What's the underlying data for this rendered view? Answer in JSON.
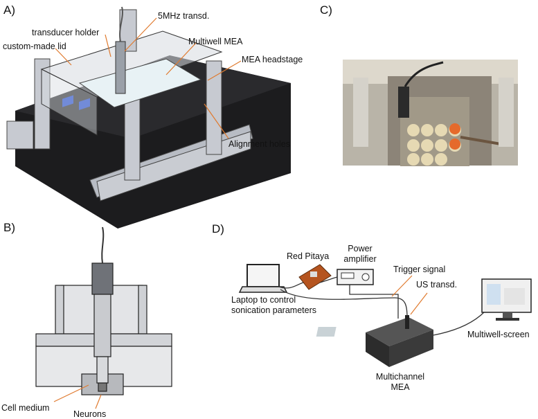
{
  "panels": {
    "a": "A)",
    "b": "B)",
    "c": "C)",
    "d": "D)"
  },
  "panel_a": {
    "transducer": "5MHz transd.",
    "holder": "transducer holder",
    "lid": "custom-made lid",
    "mea": "Multiwell MEA",
    "headstage": "MEA headstage",
    "holes": "Alignment holes"
  },
  "panel_b": {
    "medium": "Cell medium",
    "neurons": "Neurons"
  },
  "panel_d": {
    "pitaya": "Red Pitaya",
    "power_1": "Power",
    "power_2": "amplifier",
    "trigger": "Trigger signal",
    "us": "US transd.",
    "laptop_1": "Laptop to control",
    "laptop_2": "sonication parameters",
    "screen": "Multiwell-screen",
    "mea_1": "Multichannel",
    "mea_2": "MEA"
  }
}
